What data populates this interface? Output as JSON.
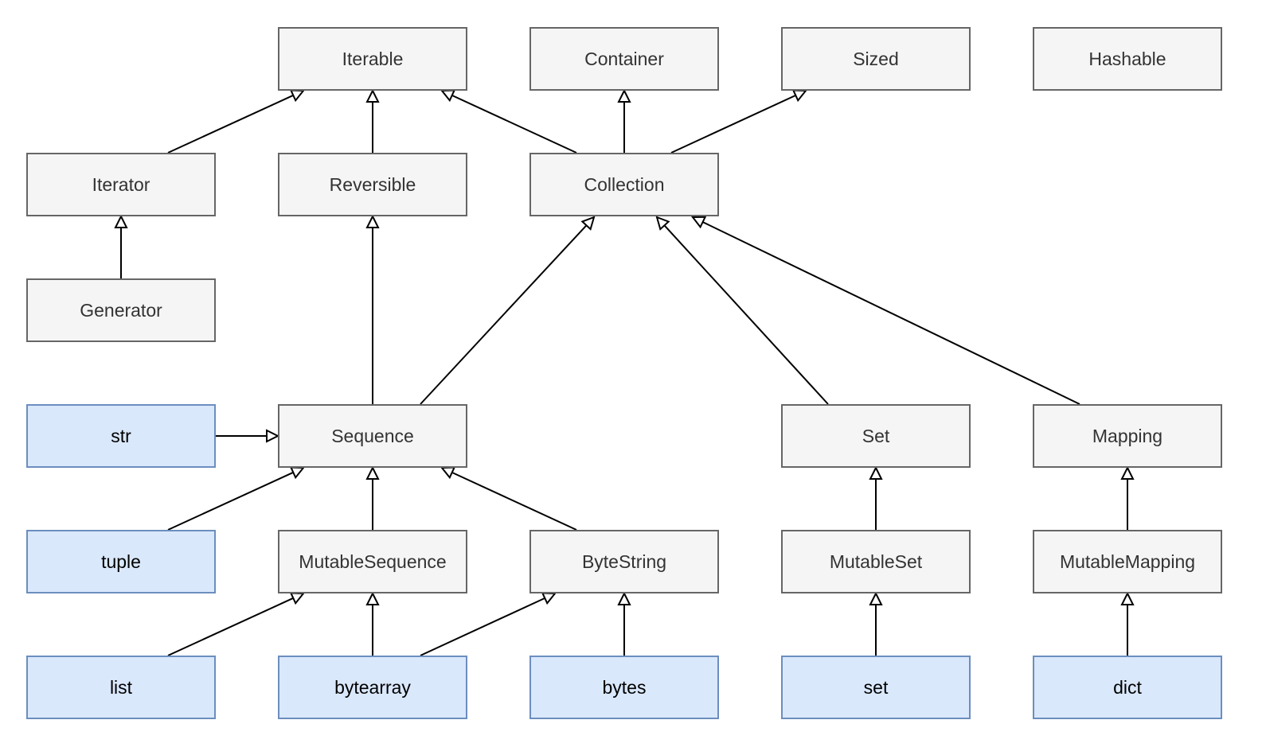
{
  "colors": {
    "abstract_fill": "#f5f5f5",
    "abstract_border": "#666666",
    "abstract_text": "#333333",
    "concrete_fill": "#dae8fc",
    "concrete_border": "#6c8ebf",
    "concrete_text": "#000000",
    "edge": "#000000"
  },
  "nodes": {
    "iterable": "Iterable",
    "container": "Container",
    "sized": "Sized",
    "hashable": "Hashable",
    "iterator": "Iterator",
    "reversible": "Reversible",
    "collection": "Collection",
    "generator": "Generator",
    "str": "str",
    "sequence": "Sequence",
    "set_abc": "Set",
    "mapping": "Mapping",
    "tuple": "tuple",
    "mutable_sequence": "MutableSequence",
    "byte_string": "ByteString",
    "mutable_set": "MutableSet",
    "mutable_mapping": "MutableMapping",
    "list": "list",
    "bytearray": "bytearray",
    "bytes": "bytes",
    "set": "set",
    "dict": "dict"
  },
  "edges": [
    {
      "from": "iterator",
      "to": "iterable"
    },
    {
      "from": "reversible",
      "to": "iterable"
    },
    {
      "from": "collection",
      "to": "iterable"
    },
    {
      "from": "collection",
      "to": "container"
    },
    {
      "from": "collection",
      "to": "sized"
    },
    {
      "from": "generator",
      "to": "iterator"
    },
    {
      "from": "sequence",
      "to": "reversible"
    },
    {
      "from": "sequence",
      "to": "collection"
    },
    {
      "from": "set_abc",
      "to": "collection"
    },
    {
      "from": "mapping",
      "to": "collection"
    },
    {
      "from": "str",
      "to": "sequence"
    },
    {
      "from": "tuple",
      "to": "sequence"
    },
    {
      "from": "mutable_sequence",
      "to": "sequence"
    },
    {
      "from": "byte_string",
      "to": "sequence"
    },
    {
      "from": "mutable_set",
      "to": "set_abc"
    },
    {
      "from": "mutable_mapping",
      "to": "mapping"
    },
    {
      "from": "list",
      "to": "mutable_sequence"
    },
    {
      "from": "bytearray",
      "to": "mutable_sequence"
    },
    {
      "from": "bytearray",
      "to": "byte_string"
    },
    {
      "from": "bytes",
      "to": "byte_string"
    },
    {
      "from": "mutable_set_concrete",
      "to": "mutable_set"
    },
    {
      "from": "dict",
      "to": "mutable_mapping"
    }
  ]
}
